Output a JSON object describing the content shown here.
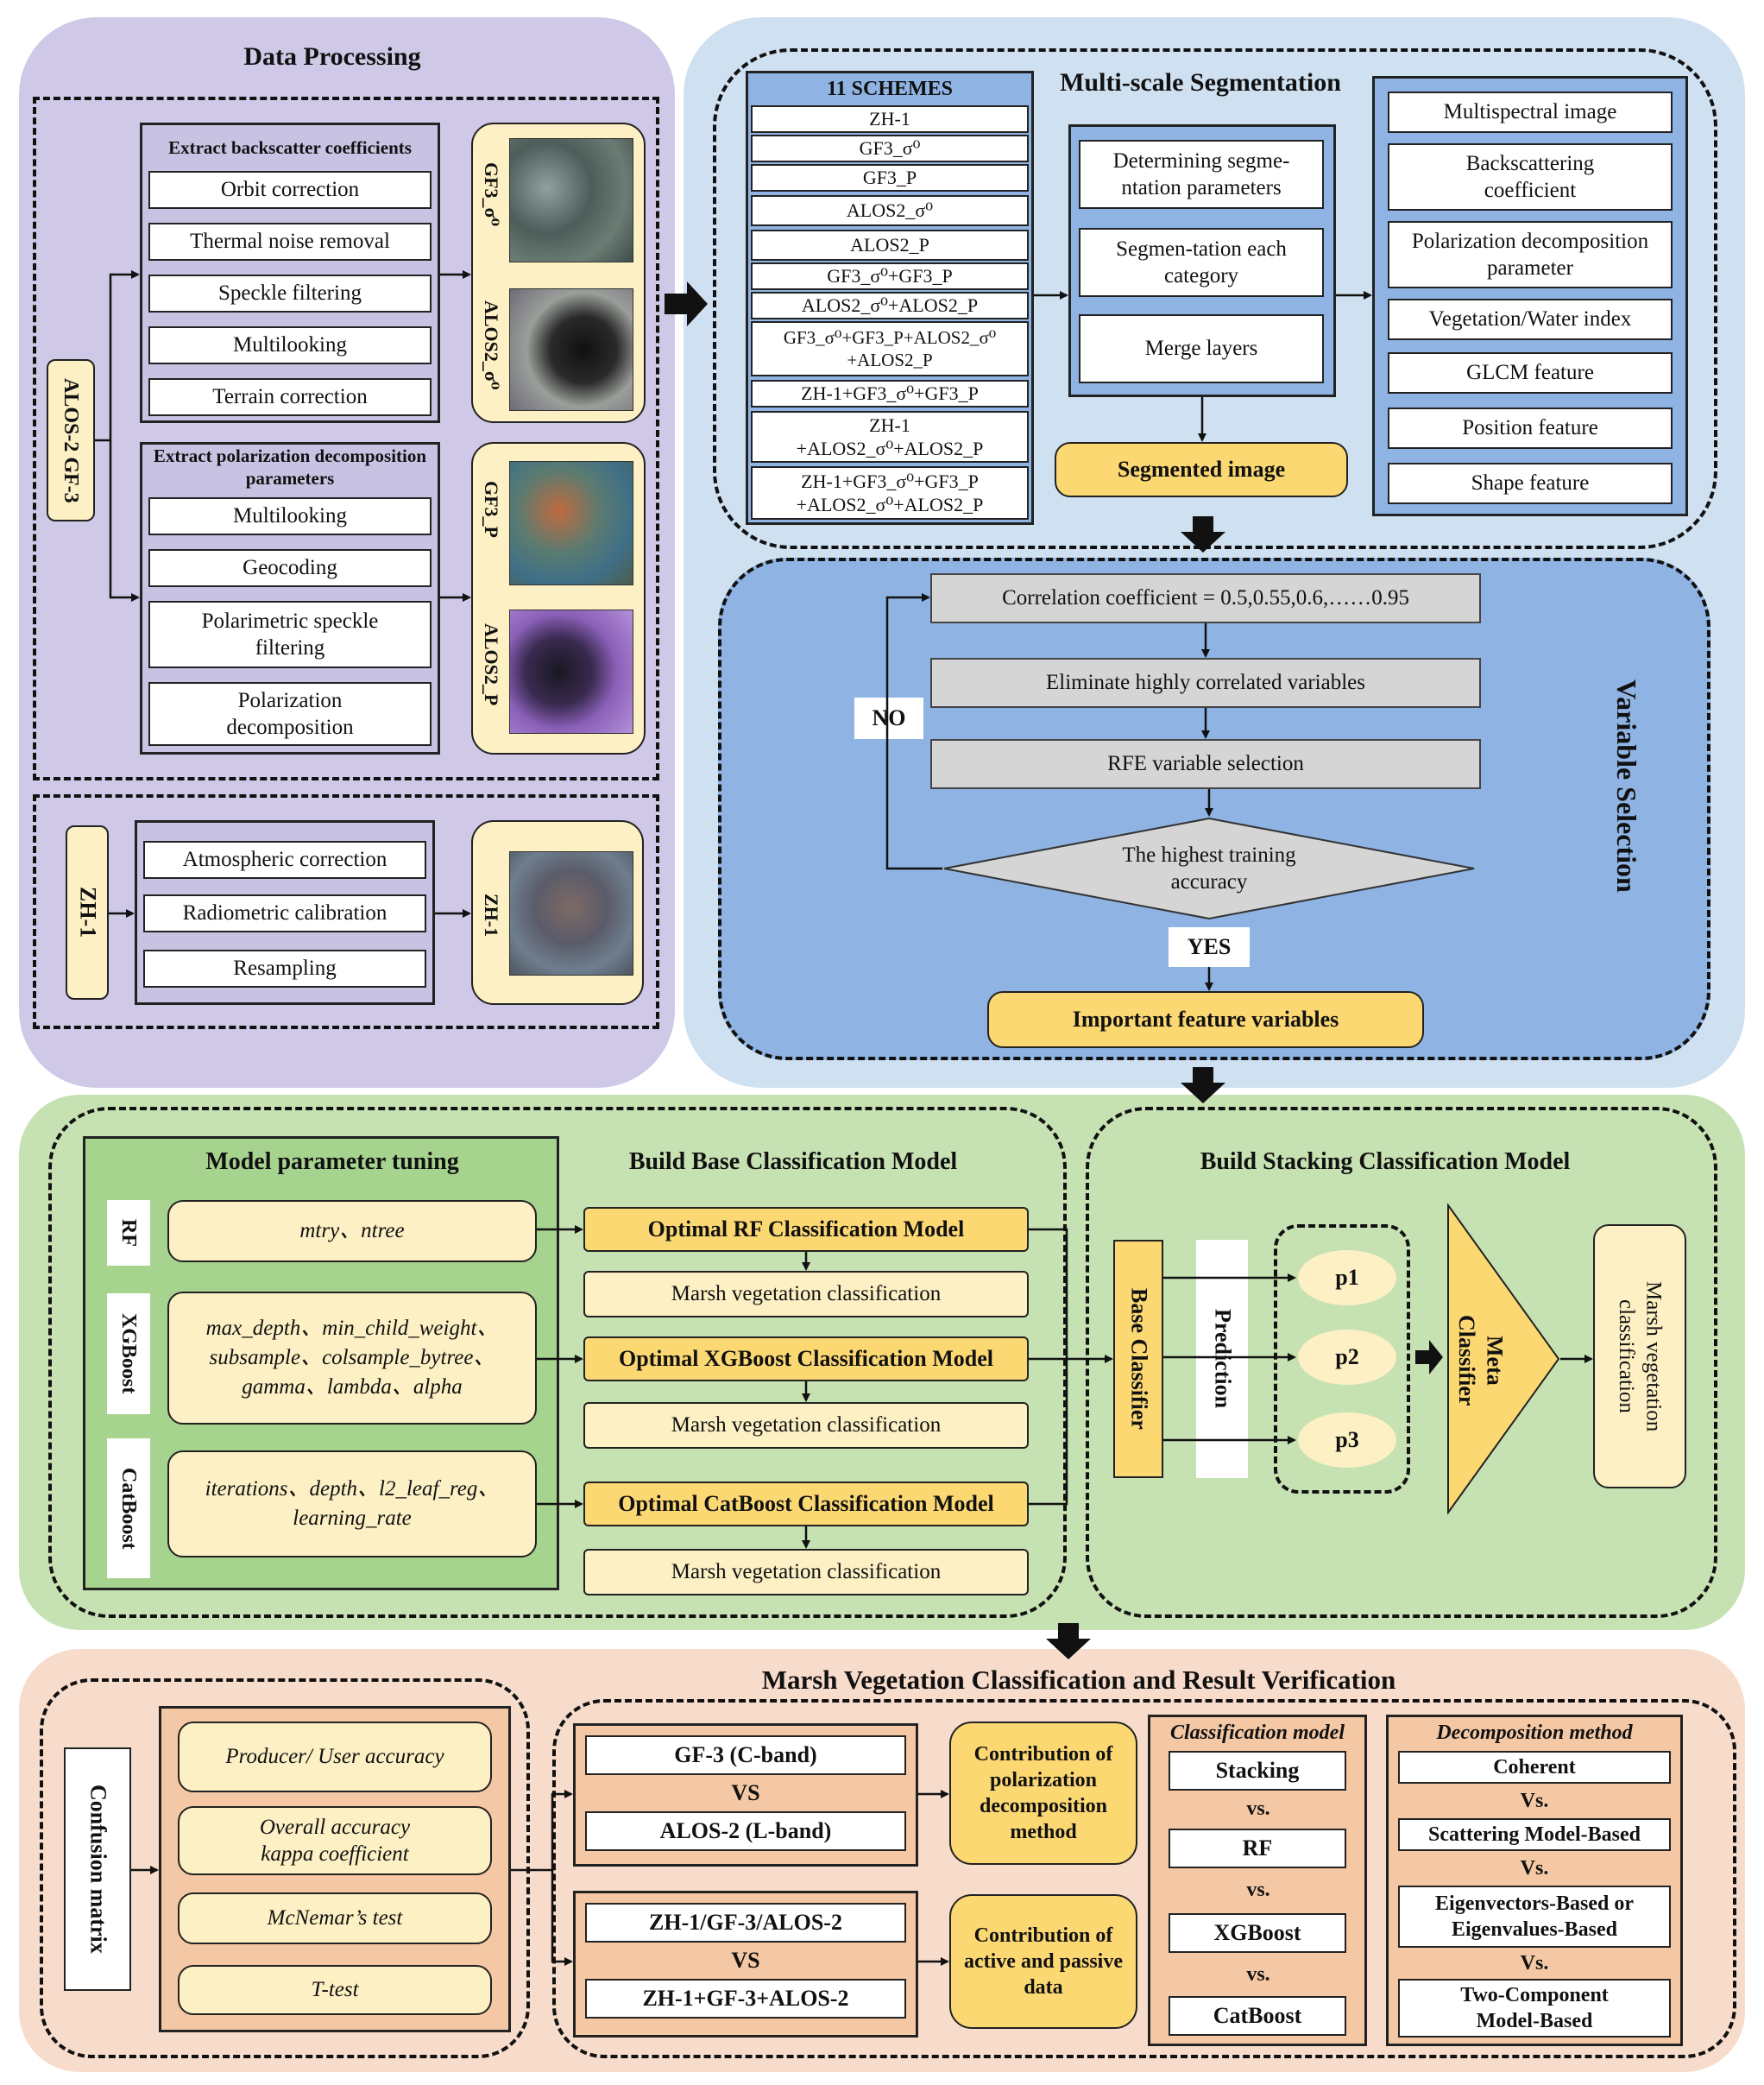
{
  "data_processing": {
    "title": "Data Processing",
    "sensors_label": "ALOS-2    GF-3",
    "backscatter": {
      "title": "Extract backscatter coefficients",
      "steps": [
        "Orbit correction",
        "Thermal noise removal",
        "Speckle filtering",
        "Multilooking",
        "Terrain correction"
      ]
    },
    "polarization": {
      "title": "Extract polarization decomposition parameters",
      "steps": [
        "Multilooking",
        "Geocoding",
        "Polarimetric speckle filtering",
        "Polarization decomposition"
      ]
    },
    "images_top": [
      "GF3_σ⁰",
      "ALOS2_σ⁰"
    ],
    "images_mid": [
      "GF3_P",
      "ALOS2_P"
    ],
    "zh1_label": "ZH-1",
    "zh1_steps": [
      "Atmospheric correction",
      "Radiometric calibration",
      "Resampling"
    ],
    "zh1_image_label": "ZH-1"
  },
  "segmentation": {
    "title": "Multi-scale Segmentation",
    "schemes_title": "11 SCHEMES",
    "schemes": [
      "ZH-1",
      "GF3_σ⁰",
      "GF3_P",
      "ALOS2_σ⁰",
      "ALOS2_P",
      "GF3_σ⁰+GF3_P",
      "ALOS2_σ⁰+ALOS2_P",
      "GF3_σ⁰+GF3_P+ALOS2_σ⁰ +ALOS2_P",
      "ZH-1+GF3_σ⁰+GF3_P",
      "ZH-1 +ALOS2_σ⁰+ALOS2_P",
      "ZH-1+GF3_σ⁰+GF3_P +ALOS2_σ⁰+ALOS2_P"
    ],
    "steps": [
      "Determining segme-ntation parameters",
      "Segmen-tation each category",
      "Merge layers"
    ],
    "segmented_image": "Segmented image",
    "features": [
      "Multispectral image",
      "Backscattering coefficient",
      "Polarization decomposition parameter",
      "Vegetation/Water index",
      "GLCM feature",
      "Position feature",
      "Shape feature"
    ]
  },
  "variable_selection": {
    "title": "Variable Selection",
    "correlation": "Correlation coefficient = 0.5,0.55,0.6,……0.95",
    "eliminate": "Eliminate highly correlated variables",
    "rfe": "RFE variable selection",
    "decision": "The highest training accuracy",
    "no": "NO",
    "yes": "YES",
    "output": "Important feature  variables"
  },
  "base_model": {
    "tuning_title": "Model parameter tuning",
    "build_title": "Build Base Classification Model",
    "models": [
      {
        "name": "RF",
        "params": "mtry、ntree",
        "optimal": "Optimal RF Classification Model",
        "result": "Marsh vegetation  classification"
      },
      {
        "name": "XGBoost",
        "params": "max_depth、min_child_weight、subsample、colsample_bytree、gamma、lambda、alpha",
        "optimal": "Optimal XGBoost Classification Model",
        "result": "Marsh vegetation  classification"
      },
      {
        "name": "CatBoost",
        "params": "iterations、depth、l2_leaf_reg、learning_rate",
        "optimal": "Optimal CatBoost Classification Model",
        "result": "Marsh vegetation  classification"
      }
    ]
  },
  "stacking": {
    "title": "Build Stacking Classification Model",
    "base_classifier": "Base Classifier",
    "prediction": "Prediction",
    "p_values": [
      "p1",
      "p2",
      "p3"
    ],
    "meta": "Meta Classifier",
    "output": "Marsh vegetation classification"
  },
  "verification": {
    "title": "Marsh Vegetation Classification and Result Verification",
    "confusion": "Confusion matrix",
    "metrics": [
      "Producer/ User accuracy",
      "Overall accuracy kappa coefficient",
      "McNemar’s test",
      "T-test"
    ],
    "compare1": {
      "a": "GF-3 (C-band)",
      "vs": "VS",
      "b": "ALOS-2 (L-band)",
      "result": "Contribution of polarization decomposition method"
    },
    "compare2": {
      "a": "ZH-1/GF-3/ALOS-2",
      "vs": "VS",
      "b": "ZH-1+GF-3+ALOS-2",
      "result": "Contribution of active and passive data"
    },
    "classification_model": {
      "title": "Classification model",
      "items": [
        "Stacking",
        "RF",
        "XGBoost",
        "CatBoost"
      ],
      "vs": "vs."
    },
    "decomposition_method": {
      "title": "Decomposition method",
      "items": [
        "Coherent",
        "Scattering Model-Based",
        "Eigenvectors-Based or Eigenvalues-Based",
        "Two-Component Model-Based"
      ],
      "vs": "Vs."
    }
  },
  "colors": {
    "lavender_panel": "#cfc8e6",
    "blue_panel": "#cfe0f1",
    "blue_inner": "#8fb4e3",
    "green_panel": "#c6e1b2",
    "peach_panel": "#f8dccb",
    "cream": "#fdf0c4",
    "gold": "#fcd873"
  }
}
